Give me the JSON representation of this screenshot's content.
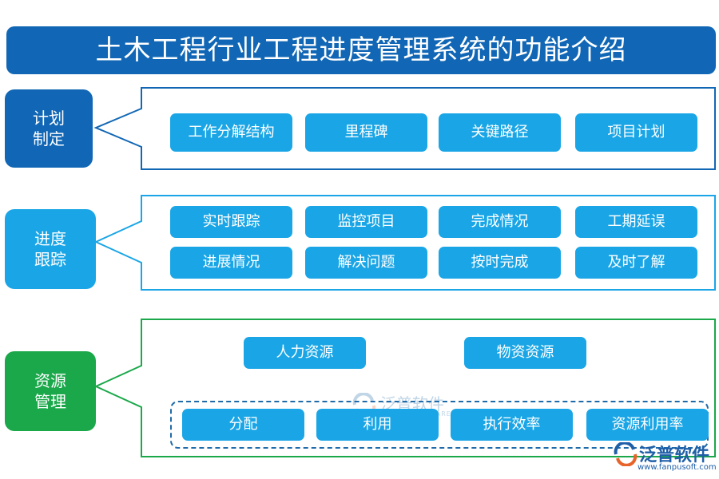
{
  "title": "土木工程行业工程进度管理系统的功能介绍",
  "sections": [
    {
      "label_line1": "计划",
      "label_line2": "制定",
      "color": "#1167b5",
      "items": [
        "工作分解结构",
        "里程碑",
        "关键路径",
        "项目计划"
      ]
    },
    {
      "label_line1": "进度",
      "label_line2": "跟踪",
      "color": "#1aa6e6",
      "items": [
        "实时跟踪",
        "监控项目",
        "完成情况",
        "工期延误",
        "进展情况",
        "解决问题",
        "按时完成",
        "及时了解"
      ]
    },
    {
      "label_line1": "资源",
      "label_line2": "管理",
      "color": "#1aa84a",
      "top_items": [
        "人力资源",
        "物资资源"
      ],
      "bottom_items": [
        "分配",
        "利用",
        "执行效率",
        "资源利用率"
      ]
    }
  ],
  "colors": {
    "title_bg": "#1167b5",
    "button_bg": "#1aa6e6",
    "dashed_border": "#1f6aa8"
  },
  "watermark": {
    "name": "泛普软件",
    "sub": "FANPU SOFTWARE"
  },
  "logo": {
    "name": "泛普软件",
    "url": "www.fanpusoft.com"
  }
}
